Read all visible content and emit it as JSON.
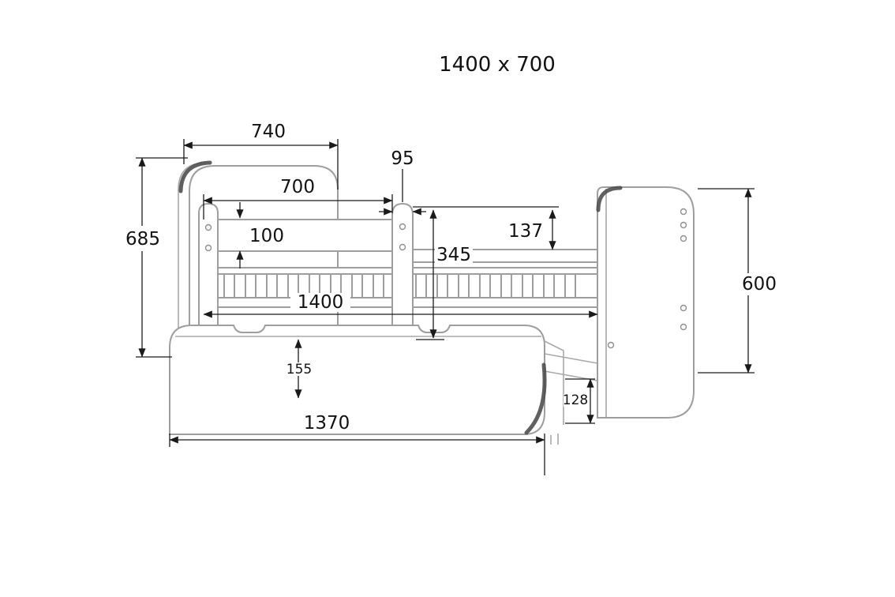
{
  "title": "1400 x 700",
  "dims": {
    "headboard_width": "740",
    "rail_length": "700",
    "post_width": "95",
    "rail_board_height": "100",
    "side_rail_offset": "137",
    "post_height": "345",
    "headboard_height": "685",
    "bed_length": "1400",
    "footboard_height": "600",
    "drawer_front_height": "155",
    "drawer_side_height": "128",
    "drawer_length": "1370"
  },
  "colors": {
    "background": "#ffffff",
    "drawing_gray": "#9e9e9e",
    "dimension_black": "#1a1a1a",
    "accent_dark": "#4f4f4f"
  }
}
